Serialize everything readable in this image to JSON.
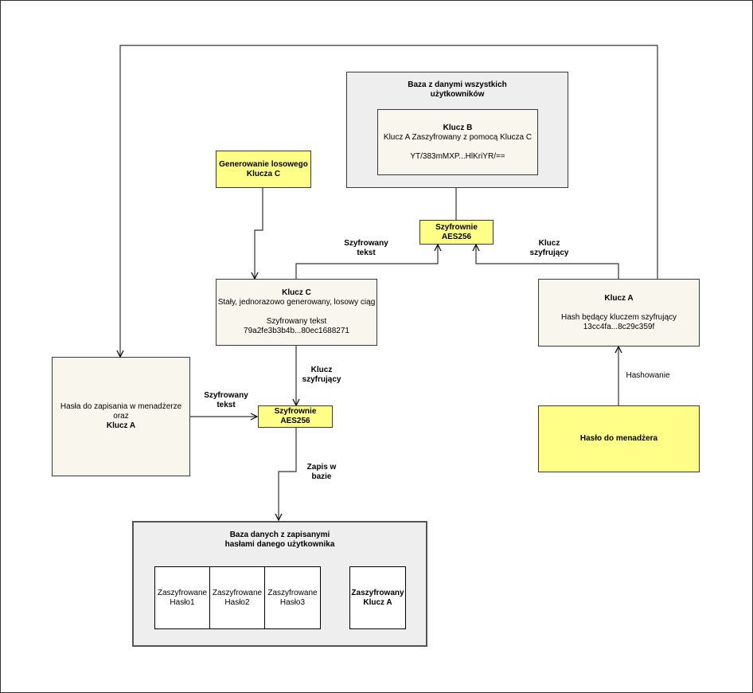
{
  "nodes": {
    "baza_uzytkownikow": {
      "title": "Baza z danymi wszystkich",
      "title2": "użytkowników"
    },
    "klucz_b": {
      "title": "Klucz B",
      "desc": "Klucz A Zaszyfrowany z pomocą Klucza C",
      "value": "YT/383mMXP...HlKriYR/=="
    },
    "generowanie": {
      "line1": "Generowanie losowego",
      "line2": "Klucza C"
    },
    "szyfrownie_top": {
      "label": "Szyfrownie AES256"
    },
    "klucz_c": {
      "title": "Klucz C",
      "desc": "Stały, jednorazowo generowany, losowy ciąg",
      "sub": "Szyfrowany tekst",
      "value": "79a2fe3b3b4b...80ec1688271"
    },
    "klucz_a": {
      "title": "Klucz A",
      "desc": "Hash będący kluczem szyfrujący",
      "value": "13cc4fa...8c29c359f"
    },
    "hasla": {
      "line1": "Hasła do zapisania w menadżerze oraz",
      "line2": "Klucz A"
    },
    "szyfrownie_mid": {
      "label": "Szyfrownie AES256"
    },
    "haslo_menadzera": {
      "label": "Hasło do menadżera"
    },
    "baza_hasel": {
      "title": "Baza danych z zapisanymi",
      "title2": "hasłami danego użytkownika"
    },
    "cells": [
      {
        "line1": "Zaszyfrowane",
        "line2": "Hasło1"
      },
      {
        "line1": "Zaszyfrowane",
        "line2": "Hasło2"
      },
      {
        "line1": "Zaszyfrowane",
        "line2": "Hasło3"
      }
    ],
    "zaszyfrowany_klucz": {
      "line1": "Zaszyfrowany",
      "line2": "Klucz A"
    }
  },
  "edge_labels": {
    "szyfrowany_tekst_top": {
      "line1": "Szyfrowany",
      "line2": "tekst"
    },
    "klucz_szyfrujacy_top": {
      "line1": "Klucz",
      "line2": "szyfrujący"
    },
    "klucz_szyfrujacy_mid": {
      "line1": "Klucz",
      "line2": "szyfrujący"
    },
    "szyfrowany_tekst_left": {
      "line1": "Szyfrowany",
      "line2": "tekst"
    },
    "zapis_w_bazie": {
      "line1": "Zapis w",
      "line2": "bazie"
    },
    "hashowanie": {
      "text": "Hashowanie"
    }
  }
}
